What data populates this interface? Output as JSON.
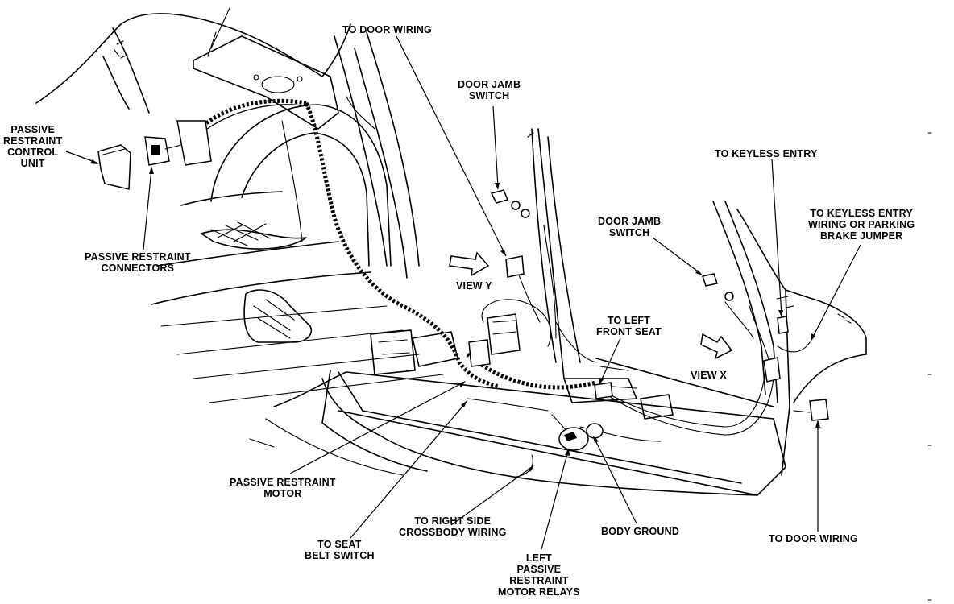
{
  "labels": {
    "to_door_wiring_top": "TO DOOR WIRING",
    "door_jamb_switch_1": [
      "DOOR JAMB",
      "SWITCH"
    ],
    "passive_restraint_control_unit": [
      "PASSIVE",
      "RESTRAINT",
      "CONTROL",
      "UNIT"
    ],
    "to_keyless_entry": "TO KEYLESS ENTRY",
    "to_keyless_entry_wiring": [
      "TO KEYLESS ENTRY",
      "WIRING OR PARKING",
      "BRAKE JUMPER"
    ],
    "door_jamb_switch_2": [
      "DOOR JAMB",
      "SWITCH"
    ],
    "passive_restraint_connectors": [
      "PASSIVE RESTRAINT",
      "CONNECTORS"
    ],
    "view_y": "VIEW Y",
    "to_left_front_seat": [
      "TO LEFT",
      "FRONT SEAT"
    ],
    "view_x": "VIEW X",
    "passive_restraint_motor": [
      "PASSIVE RESTRAINT",
      "MOTOR"
    ],
    "to_right_side_crossbody_wiring": [
      "TO RIGHT SIDE",
      "CROSSBODY WIRING"
    ],
    "body_ground": "BODY GROUND",
    "to_door_wiring_bottom": "TO DOOR WIRING",
    "to_seat_belt_switch": [
      "TO SEAT",
      "BELT SWITCH"
    ],
    "left_passive_restraint_motor_relays": [
      "LEFT",
      "PASSIVE",
      "RESTRAINT",
      "MOTOR RELAYS"
    ]
  }
}
